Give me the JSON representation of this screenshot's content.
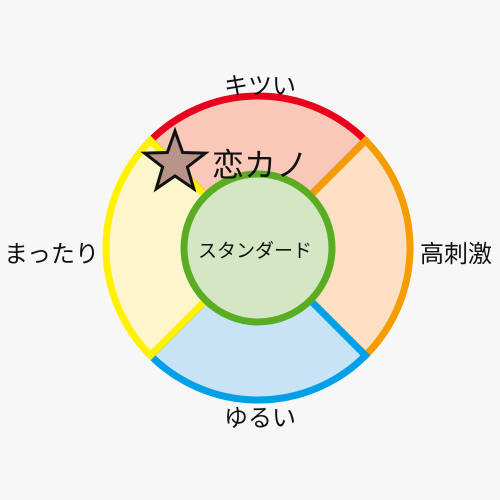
{
  "diagram": {
    "segments": [
      {
        "key": "top",
        "label": "キツい",
        "fill": "#f9c8b8",
        "stroke": "#e8001c"
      },
      {
        "key": "right",
        "label": "高刺激",
        "fill": "#fde0c4",
        "stroke": "#f59c00"
      },
      {
        "key": "bottom",
        "label": "ゆるい",
        "fill": "#c8e3f5",
        "stroke": "#00a0e9"
      },
      {
        "key": "left",
        "label": "まったり",
        "fill": "#fdf6cc",
        "stroke": "#fff100"
      }
    ],
    "center": {
      "label": "スタンダード",
      "fill": "#d4e6c4",
      "stroke": "#5aac22"
    },
    "marker": {
      "label": "恋カノ",
      "icon": "star-icon",
      "fill": "#b89488",
      "stroke": "#111111"
    }
  }
}
